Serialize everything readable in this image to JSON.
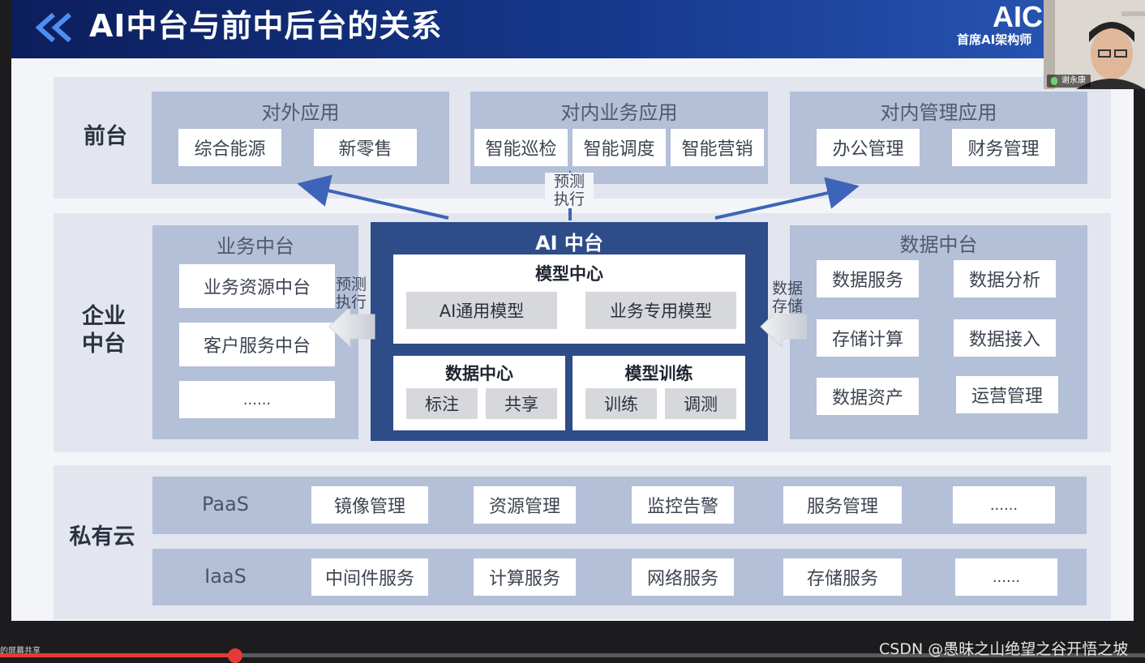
{
  "header": {
    "title": "AI中台与前中后台的关系",
    "logo": "AIC",
    "subtitle": "首席AI架构师"
  },
  "front": {
    "label": "前台",
    "external": {
      "title": "对外应用",
      "items": [
        "综合能源",
        "新零售"
      ]
    },
    "internal_business": {
      "title": "对内业务应用",
      "items": [
        "智能巡检",
        "智能调度",
        "智能营销"
      ]
    },
    "internal_management": {
      "title": "对内管理应用",
      "items": [
        "办公管理",
        "财务管理"
      ]
    }
  },
  "arrow_label_top": "预测\n执行",
  "enterprise": {
    "label": "企业\n中台",
    "business": {
      "title": "业务中台",
      "items": [
        "业务资源中台",
        "客户服务中台",
        "......"
      ]
    },
    "business_arrow_label": "预测\n执行",
    "ai": {
      "title": "AI 中台",
      "model_center": {
        "title": "模型中心",
        "items": [
          "AI通用模型",
          "业务专用模型"
        ]
      },
      "data_center": {
        "title": "数据中心",
        "items": [
          "标注",
          "共享"
        ]
      },
      "model_training": {
        "title": "模型训练",
        "items": [
          "训练",
          "调测"
        ]
      }
    },
    "data_arrow_label": "数据\n存储",
    "data": {
      "title": "数据中台",
      "items": [
        "数据服务",
        "数据分析",
        "存储计算",
        "数据接入",
        "数据资产",
        "运营管理"
      ]
    }
  },
  "private_cloud": {
    "label": "私有云",
    "paas": {
      "label": "PaaS",
      "items": [
        "镜像管理",
        "资源管理",
        "监控告警",
        "服务管理",
        "......"
      ]
    },
    "iaas": {
      "label": "IaaS",
      "items": [
        "中间件服务",
        "计算服务",
        "网络服务",
        "存储服务",
        "......"
      ]
    }
  },
  "colors": {
    "header_dark": "#0c1e5c",
    "ai_panel": "#2d4c88",
    "section": "#b4bfd8",
    "arrow": "#3d64b8",
    "progress": "#e53935"
  },
  "webcam": {
    "name": "谢永康"
  },
  "screen_share_text": "的屏幕共享",
  "watermark": "CSDN @愚昧之山绝望之谷开悟之坡"
}
